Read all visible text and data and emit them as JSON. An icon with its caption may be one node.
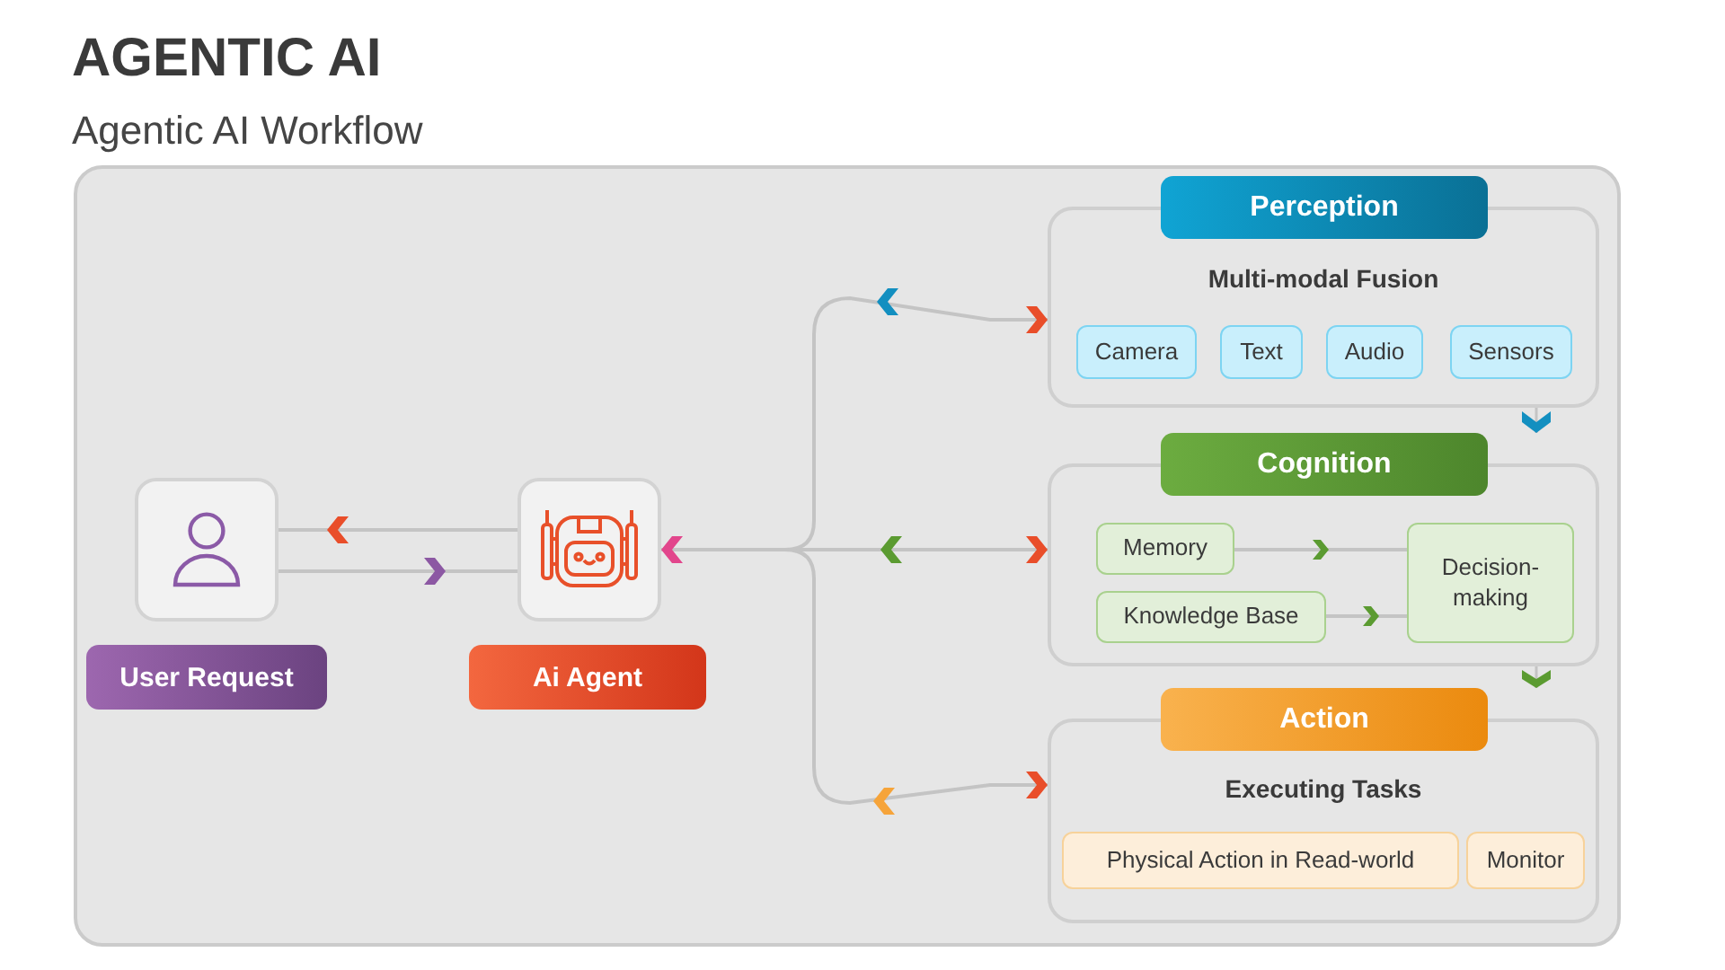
{
  "diagram": {
    "title": "AGENTIC AI",
    "nodes": [
      {
        "text": [],
        "shape": "picture",
        "beside": [
          "User Request"
        ]
      },
      {
        "text": [],
        "shape": "picture",
        "beside": [
          "Ai Agent"
        ]
      },
      {
        "text": [
          "Perception",
          "Multi-modal Fusion"
        ]
      },
      {
        "text": [
          "Camera"
        ],
        "in": 2
      },
      {
        "text": [
          "Text"
        ],
        "in": 2
      },
      {
        "text": [
          "Audio"
        ],
        "in": 2
      },
      {
        "text": [
          "Sensors"
        ],
        "in": 2
      },
      {
        "text": [
          "Cognition"
        ]
      },
      {
        "text": [
          "Memory"
        ],
        "in": 7
      },
      {
        "text": [
          "Knowledge Base"
        ],
        "in": 7
      },
      {
        "text": [
          "Decision-making"
        ],
        "in": 7
      },
      {
        "text": [
          "Action",
          "Executing Tasks"
        ]
      },
      {
        "text": [
          "Physical Action in Read-world"
        ],
        "in": 11
      },
      {
        "text": [
          "Monitor"
        ],
        "in": 11
      }
    ],
    "edges": [
      {
        "from": 1,
        "to": 0,
        "arrow": "to"
      },
      {
        "from": 0,
        "to": 1,
        "arrow": "to"
      },
      {
        "from": 1,
        "to": 2,
        "arrow": "both"
      },
      {
        "from": 1,
        "to": 7,
        "arrow": "both"
      },
      {
        "from": 1,
        "to": 11,
        "arrow": "both"
      },
      {
        "from": 8,
        "to": 10,
        "arrow": "to"
      },
      {
        "from": 9,
        "to": 10,
        "arrow": "to"
      },
      {
        "from": 2,
        "to": 7,
        "arrow": "to"
      },
      {
        "from": 7,
        "to": 11,
        "arrow": "to"
      }
    ],
    "labels": [
      "Agentic AI Workflow"
    ]
  }
}
